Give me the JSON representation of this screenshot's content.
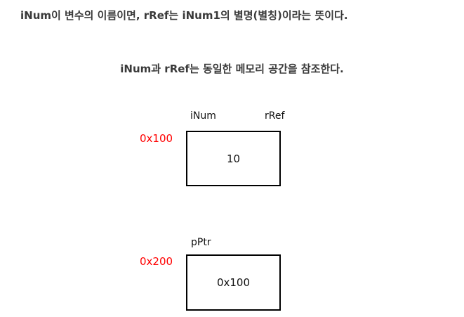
{
  "text": {
    "line1": "iNum이 변수의 이름이면,  rRef는 iNum1의 별명(별칭)이라는 뜻이다.",
    "line2": "iNum과 rRef는 동일한 메모리 공간을 참조한다."
  },
  "memory": {
    "cell1": {
      "labels": [
        "iNum",
        "rRef"
      ],
      "address": "0x100",
      "value": "10"
    },
    "cell2": {
      "labels": [
        "pPtr"
      ],
      "address": "0x200",
      "value": "0x100"
    }
  },
  "colors": {
    "address": "#ff0000",
    "box_border": "#000000",
    "heading_text": "#3a3a3a"
  }
}
